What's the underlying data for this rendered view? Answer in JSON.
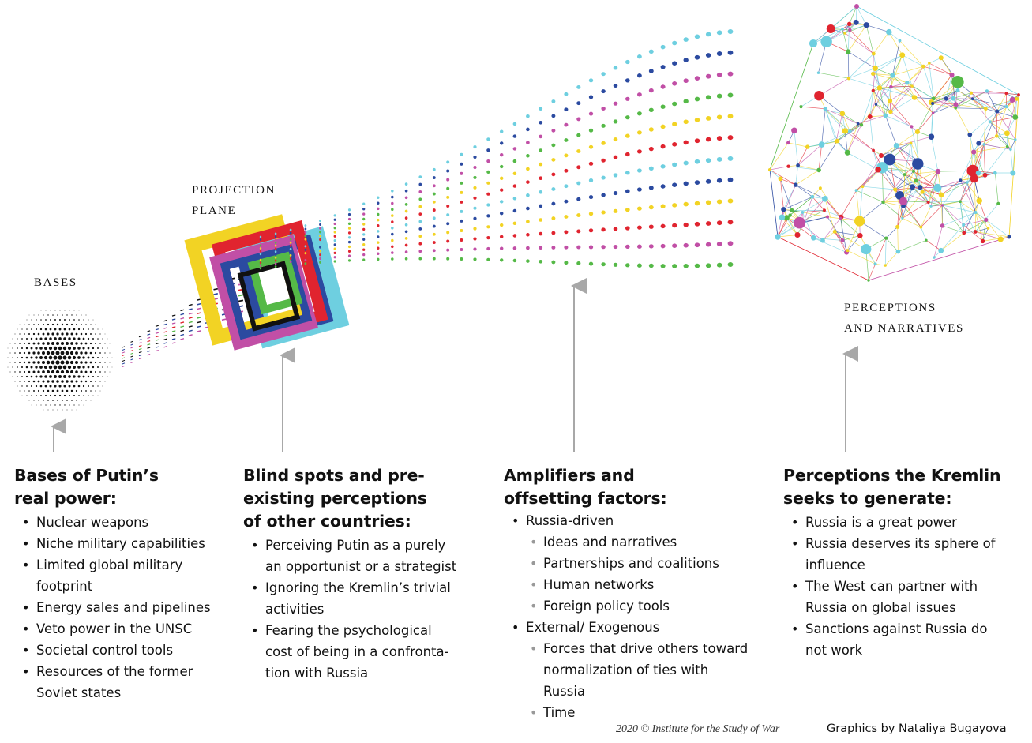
{
  "labels": {
    "bases": "BASES",
    "projection_plane_1": "PROJECTION",
    "projection_plane_2": "PLANE",
    "perceptions_1": "PERCEPTIONS",
    "perceptions_2": "AND NARRATIVES"
  },
  "colors": {
    "cyan": "#6ecfe0",
    "navy": "#2b4aa0",
    "magenta": "#c14fa6",
    "red": "#e0242f",
    "yellow": "#f2d324",
    "green": "#55b947",
    "black": "#111111",
    "arrow": "#a8a8a8"
  },
  "columns": [
    {
      "title_1": "Bases of Putin’s",
      "title_2": "real power:",
      "items": [
        "Nuclear weapons",
        "Niche military capabilities",
        "Limited global military",
        "footprint",
        "Energy sales and pipelines",
        "Veto power in the UNSC",
        "Societal control tools",
        "Resources of the former",
        "Soviet states"
      ]
    },
    {
      "title_1": "Blind spots and pre-",
      "title_2": "existing perceptions",
      "title_3": "of other countries:",
      "items": [
        "Perceiving Putin as a purely",
        "an opportunist or a strategist",
        "Ignoring the Kremlin’s trivial",
        "activities",
        "Fearing the psychological",
        "cost of being in a confronta-",
        "tion with Russia"
      ]
    },
    {
      "title_1": "Amplifiers and",
      "title_2": "offsetting factors:",
      "items": [
        "Russia-driven",
        "Ideas and narratives",
        "Partnerships and coalitions",
        "Human networks",
        "Foreign policy tools",
        "External/ Exogenous",
        "Forces that drive others toward",
        "normalization of ties with",
        "Russia",
        "Time"
      ]
    },
    {
      "title_1": "Perceptions the Kremlin",
      "title_2": "seeks to generate:",
      "items": [
        "Russia is a great power",
        "Russia deserves its sphere of",
        "influence",
        "The West can partner with",
        "Russia on global issues",
        "Sanctions against Russia do",
        "not work"
      ]
    }
  ],
  "footer": {
    "copyright": "2020 © Institute for the Study of War",
    "credit": "Graphics by Nataliya Bugayova"
  }
}
